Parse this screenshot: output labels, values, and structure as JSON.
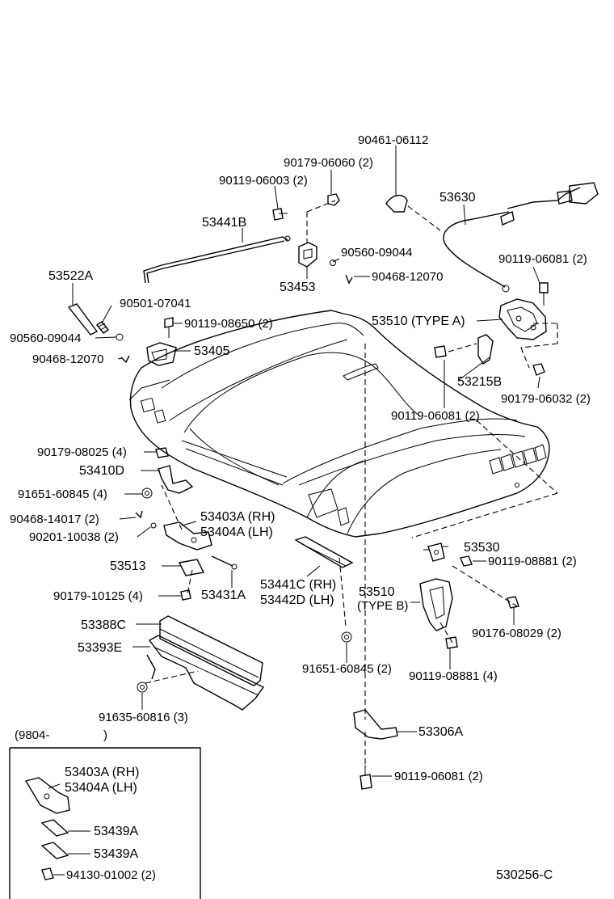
{
  "labels": {
    "l_90461_06112": "90461-06112",
    "l_90179_06060": "90179-06060 (2)",
    "l_90119_06003": "90119-06003 (2)",
    "l_53630": "53630",
    "l_53441B": "53441B",
    "l_90560_09044_top": "90560-09044",
    "l_90119_06081_top": "90119-06081 (2)",
    "l_53453": "53453",
    "l_90468_12070_top": "90468-12070",
    "l_53522A": "53522A",
    "l_90501_07041": "90501-07041",
    "l_90119_08650": "90119-08650 (2)",
    "l_53510A": "53510 (TYPE A)",
    "l_90560_09044_left": "90560-09044",
    "l_53405": "53405",
    "l_90468_12070_left": "90468-12070",
    "l_53215B": "53215B",
    "l_90179_06032": "90179-06032 (2)",
    "l_90119_06081_mid": "90119-06081 (2)",
    "l_90179_08025": "90179-08025 (4)",
    "l_53410D": "53410D",
    "l_91651_60845_left": "91651-60845 (4)",
    "l_90468_14017": "90468-14017 (2)",
    "l_53403A_main": "53403A (RH)",
    "l_90201_10038": "90201-10038 (2)",
    "l_53404A_main": "53404A (LH)",
    "l_53530": "53530",
    "l_90119_08881_top": "90119-08881 (2)",
    "l_53513": "53513",
    "l_53441C": "53441C (RH)",
    "l_53442D": "53442D (LH)",
    "l_53510B": "53510",
    "l_53510B_type": "(TYPE B)",
    "l_90179_10125": "90179-10125 (4)",
    "l_53431A": "53431A",
    "l_90176_08029": "90176-08029 (2)",
    "l_53388C": "53388C",
    "l_53393E": "53393E",
    "l_91651_60845_bottom": "91651-60845 (2)",
    "l_90119_08881_bottom": "90119-08881 (4)",
    "l_91635_60816": "91635-60816 (3)",
    "l_53306A": "53306A",
    "l_90119_06081_bottom": "90119-06081 (2)",
    "l_inset_date": "(9804-",
    "l_inset_date_close": ")",
    "l_inset_53403A": "53403A (RH)",
    "l_inset_53404A": "53404A (LH)",
    "l_inset_53439A_1": "53439A",
    "l_inset_53439A_2": "53439A",
    "l_inset_94130": "94130-01002 (2)",
    "l_figure_code": "530256-C"
  }
}
